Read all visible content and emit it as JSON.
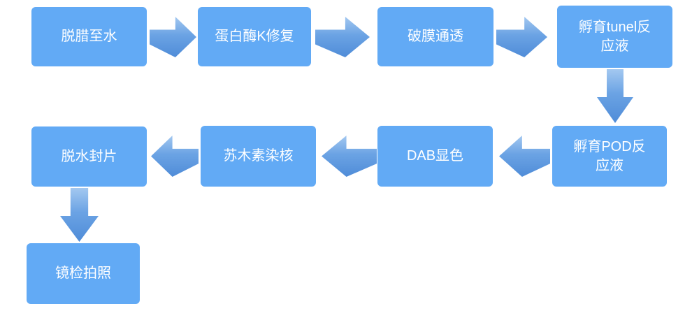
{
  "diagram": {
    "type": "flowchart",
    "background_color": "#ffffff",
    "node_fill_color": "#62aaf5",
    "node_text_color": "#ffffff",
    "arrow_gradient_top": "#a3c8f0",
    "arrow_gradient_bottom": "#4f8cd8",
    "nodes": [
      {
        "id": "step-1",
        "label": "脱腊至水"
      },
      {
        "id": "step-2",
        "label": "蛋白酶K修复"
      },
      {
        "id": "step-3",
        "label": "破膜通透"
      },
      {
        "id": "step-4",
        "label": "孵育tunel反\n应液"
      },
      {
        "id": "step-5",
        "label": "孵育POD反\n应液"
      },
      {
        "id": "step-6",
        "label": "DAB显色"
      },
      {
        "id": "step-7",
        "label": "苏木素染核"
      },
      {
        "id": "step-8",
        "label": "脱水封片"
      },
      {
        "id": "step-9",
        "label": "镜检拍照"
      }
    ],
    "edges": [
      {
        "from": "step-1",
        "to": "step-2",
        "direction": "right"
      },
      {
        "from": "step-2",
        "to": "step-3",
        "direction": "right"
      },
      {
        "from": "step-3",
        "to": "step-4",
        "direction": "right"
      },
      {
        "from": "step-4",
        "to": "step-5",
        "direction": "down"
      },
      {
        "from": "step-5",
        "to": "step-6",
        "direction": "left"
      },
      {
        "from": "step-6",
        "to": "step-7",
        "direction": "left"
      },
      {
        "from": "step-7",
        "to": "step-8",
        "direction": "left"
      },
      {
        "from": "step-8",
        "to": "step-9",
        "direction": "down"
      }
    ]
  }
}
